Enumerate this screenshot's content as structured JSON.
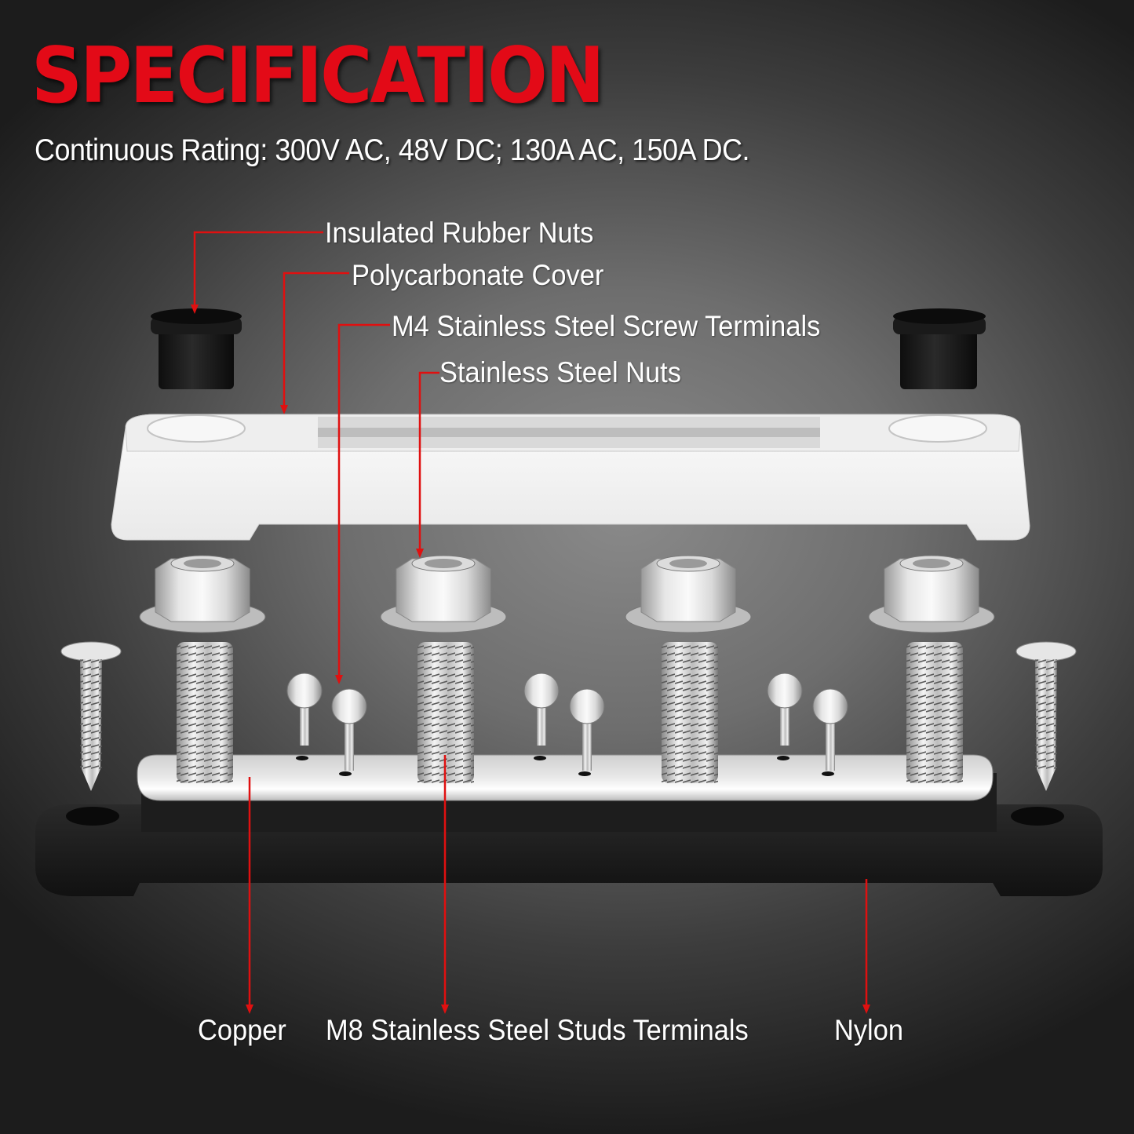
{
  "header": {
    "title": "SPECIFICATION",
    "subtitle": "Continuous Rating: 300V AC, 48V DC; 130A AC, 150A DC."
  },
  "colors": {
    "title_red": "#e30a17",
    "leader_red": "#e01010",
    "label_white": "#ffffff",
    "cover_white": "#f2f2f2",
    "base_black": "#151515",
    "steel": "#d8d8d8"
  },
  "callouts_top": [
    {
      "id": "insulated-rubber-nuts",
      "label": "Insulated Rubber Nuts"
    },
    {
      "id": "polycarbonate-cover",
      "label": "Polycarbonate Cover"
    },
    {
      "id": "m4-screw-terminals",
      "label": "M4 Stainless Steel Screw Terminals"
    },
    {
      "id": "stainless-steel-nuts",
      "label": "Stainless Steel Nuts"
    }
  ],
  "callouts_bottom": [
    {
      "id": "copper",
      "label": "Copper"
    },
    {
      "id": "m8-stud-terminals",
      "label": "M8 Stainless Steel Studs Terminals"
    },
    {
      "id": "nylon",
      "label": "Nylon"
    }
  ],
  "components": {
    "rubber_nuts": 2,
    "m8_studs": 4,
    "flange_nuts": 4,
    "m4_screws": 6,
    "mounting_screws": 2
  }
}
